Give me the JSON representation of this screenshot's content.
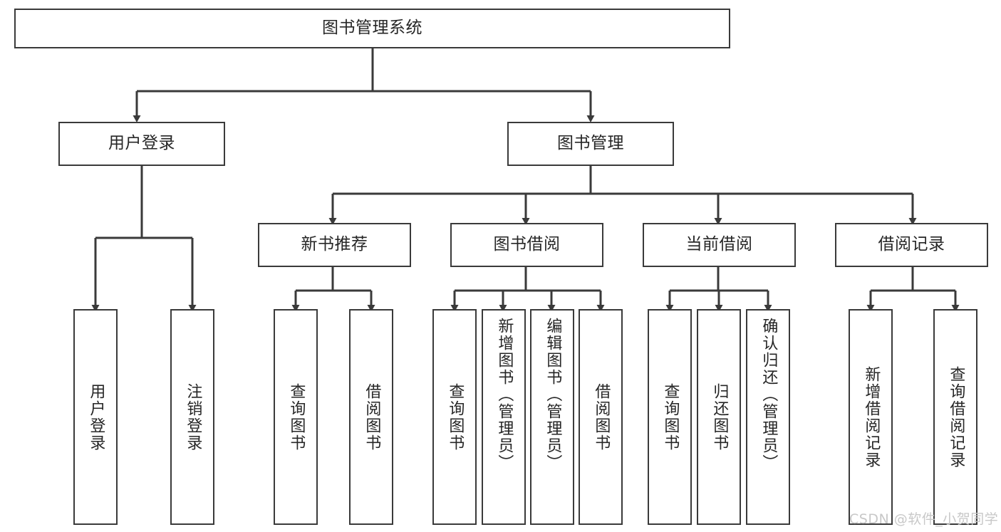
{
  "diagram": {
    "type": "tree",
    "title": "图书管理系统",
    "root": {
      "label": "图书管理系统"
    },
    "level2": [
      {
        "label": "用户登录"
      },
      {
        "label": "图书管理"
      }
    ],
    "level3": [
      {
        "label": "新书推荐"
      },
      {
        "label": "图书借阅"
      },
      {
        "label": "当前借阅"
      },
      {
        "label": "借阅记录"
      }
    ],
    "leaves_user_login": [
      {
        "label": "用户登录"
      },
      {
        "label": "注销登录"
      }
    ],
    "leaves_new_book": [
      {
        "label": "查询图书"
      },
      {
        "label": "借阅图书"
      }
    ],
    "leaves_borrow": [
      {
        "label": "查询图书"
      },
      {
        "label": "新增图书（管理员）"
      },
      {
        "label": "编辑图书（管理员）"
      },
      {
        "label": "借阅图书"
      }
    ],
    "leaves_current": [
      {
        "label": "查询图书"
      },
      {
        "label": "归还图书"
      },
      {
        "label": "确认归还（管理员）"
      }
    ],
    "leaves_records": [
      {
        "label": "新增借阅记录"
      },
      {
        "label": "查询借阅记录"
      }
    ]
  },
  "watermark": {
    "text": "CSDN @软件_小贺同学"
  },
  "colors": {
    "border": "#3a3a3a",
    "text": "#262626",
    "background": "#ffffff",
    "watermark": "#c8c8c8"
  }
}
